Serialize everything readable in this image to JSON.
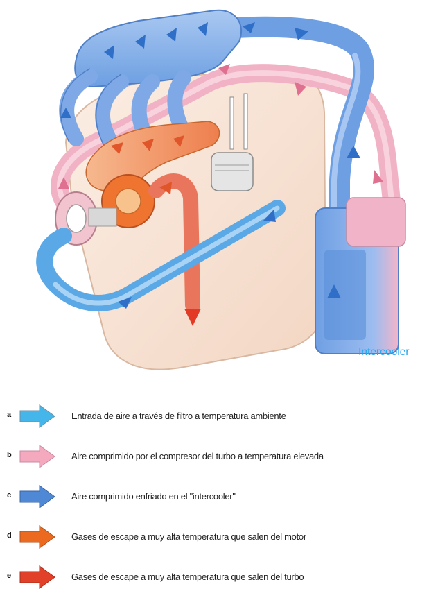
{
  "diagram": {
    "label": "Intercooler"
  },
  "legend": {
    "items": [
      {
        "letter": "a",
        "color": "#45b6ea",
        "text": "Entrada de aire a través de filtro a temperatura ambiente"
      },
      {
        "letter": "b",
        "color": "#f4a9bf",
        "text": "Aire comprimido por el compresor del turbo a temperatura elevada"
      },
      {
        "letter": "c",
        "color": "#4f89d6",
        "text": "Aire comprimido enfriado en el \"intercooler\""
      },
      {
        "letter": "d",
        "color": "#ec6a1f",
        "text": "Gases de escape a muy alta temperatura que salen del motor"
      },
      {
        "letter": "e",
        "color": "#e14129",
        "text": "Gases de escape a muy alta temperatura que salen del turbo"
      }
    ]
  }
}
